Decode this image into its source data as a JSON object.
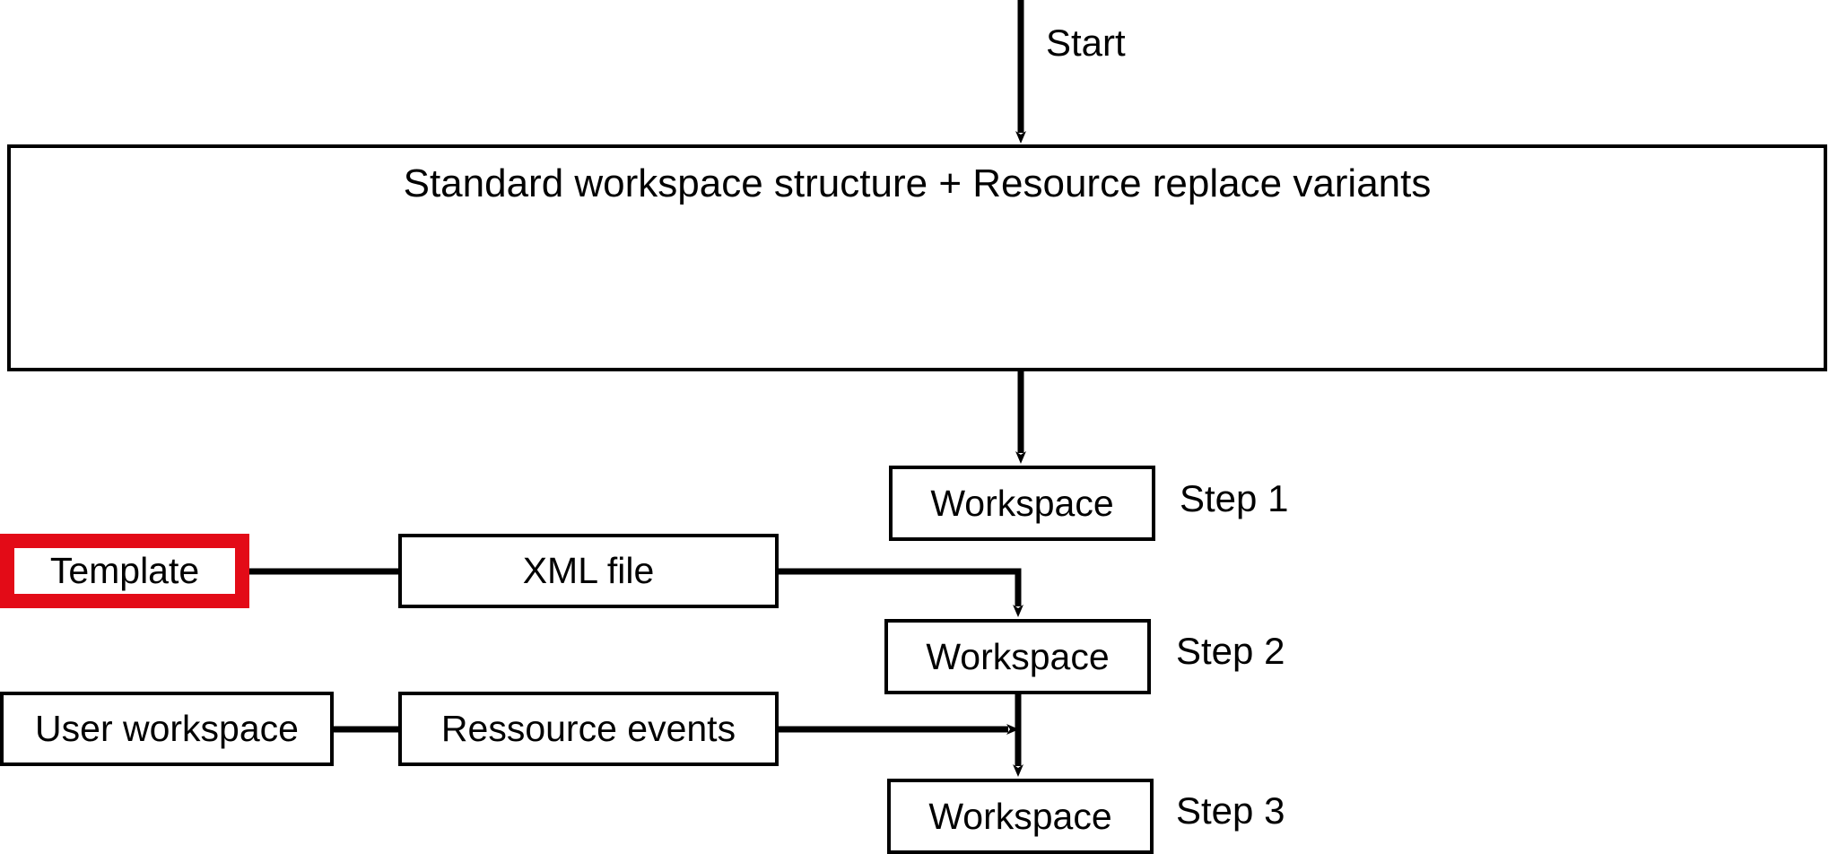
{
  "diagram": {
    "type": "flowchart",
    "background_color": "#FFFFFF",
    "line_color": "#000000",
    "highlight_color": "#E30B17",
    "start_label": "Start",
    "process_box": {
      "label": "Standard workspace structure + Resource replace variants"
    },
    "steps": [
      {
        "node_label": "Workspace",
        "step_label": "Step 1"
      },
      {
        "node_label": "Workspace",
        "step_label": "Step 2"
      },
      {
        "node_label": "Workspace",
        "step_label": "Step 3"
      }
    ],
    "sources": [
      {
        "label": "Template",
        "highlighted": true
      },
      {
        "label": "XML file",
        "highlighted": false
      },
      {
        "label": "User workspace",
        "highlighted": false
      },
      {
        "label": "Ressource events",
        "highlighted": false
      }
    ]
  }
}
